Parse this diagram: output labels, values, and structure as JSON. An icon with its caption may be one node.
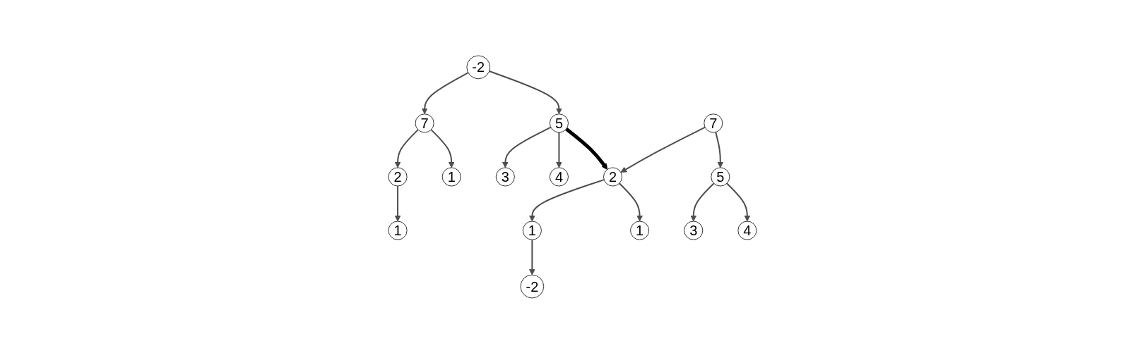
{
  "diagram": {
    "nodes": [
      {
        "text": [
          "-2"
        ]
      },
      {
        "text": [
          "7"
        ]
      },
      {
        "text": [
          "5"
        ]
      },
      {
        "text": [
          "2"
        ]
      },
      {
        "text": [
          "1"
        ]
      },
      {
        "text": [
          "3"
        ]
      },
      {
        "text": [
          "4"
        ]
      },
      {
        "text": [
          "1"
        ]
      },
      {
        "text": [
          "7"
        ]
      },
      {
        "text": [
          "2"
        ]
      },
      {
        "text": [
          "5"
        ]
      },
      {
        "text": [
          "1"
        ]
      },
      {
        "text": [
          "1"
        ]
      },
      {
        "text": [
          "3"
        ]
      },
      {
        "text": [
          "4"
        ]
      },
      {
        "text": [
          "-2"
        ]
      }
    ],
    "edges": [
      {
        "from": 0,
        "to": 1,
        "arrow": "to"
      },
      {
        "from": 0,
        "to": 2,
        "arrow": "to"
      },
      {
        "from": 1,
        "to": 3,
        "arrow": "to"
      },
      {
        "from": 1,
        "to": 4,
        "arrow": "to"
      },
      {
        "from": 2,
        "to": 5,
        "arrow": "to"
      },
      {
        "from": 2,
        "to": 6,
        "arrow": "to"
      },
      {
        "from": 3,
        "to": 7,
        "arrow": "to"
      },
      {
        "from": 2,
        "to": 9,
        "arrow": "to",
        "style": "thick",
        "color": "#000000"
      },
      {
        "from": 8,
        "to": 9,
        "arrow": "to"
      },
      {
        "from": 8,
        "to": 10,
        "arrow": "to"
      },
      {
        "from": 9,
        "to": 11,
        "arrow": "to"
      },
      {
        "from": 9,
        "to": 12,
        "arrow": "to"
      },
      {
        "from": 10,
        "to": 13,
        "arrow": "to"
      },
      {
        "from": 10,
        "to": 14,
        "arrow": "to"
      },
      {
        "from": 11,
        "to": 15,
        "arrow": "to"
      }
    ]
  }
}
